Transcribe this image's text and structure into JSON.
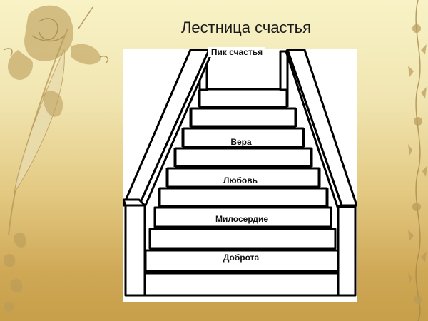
{
  "slide": {
    "title": "Лестница счастья",
    "picture": {
      "top_label": "Пик счастья",
      "steps": [
        {
          "label": "Вера"
        },
        {
          "label": "Любовь"
        },
        {
          "label": "Милосердие"
        },
        {
          "label": "Доброта"
        }
      ]
    },
    "decorations": {
      "left": "rose-feather-icon",
      "right": "floral-border-icon"
    },
    "colors": {
      "background_top": "#f8f2c6",
      "background_bottom": "#c79f4a",
      "ornament": "#b89a5a"
    }
  }
}
